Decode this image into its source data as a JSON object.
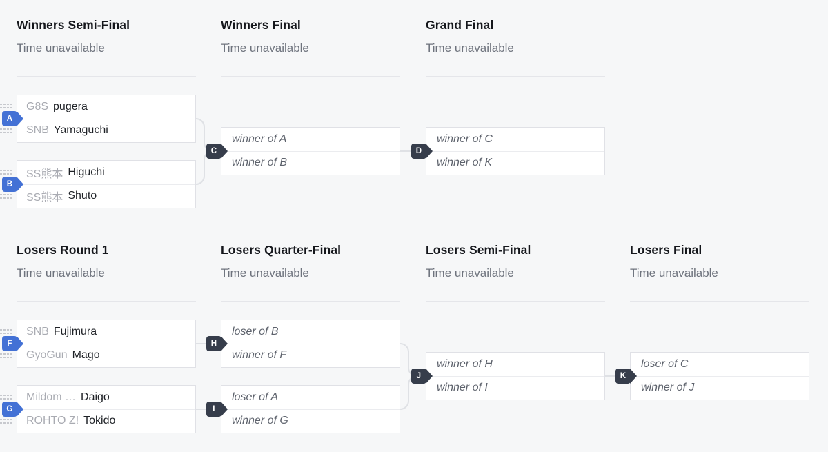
{
  "colors": {
    "background": "#f6f7f8",
    "box_bg": "#ffffff",
    "box_border": "#e0e1e6",
    "divider": "#e5e6ea",
    "row_divider": "#ebecef",
    "header_text": "#15171c",
    "subtitle_text": "#6e737d",
    "prefix_text": "#a9abb2",
    "name_text": "#1f2227",
    "placeholder_text": "#5d626c",
    "blue_badge": "#4371d5",
    "dark_badge": "#363d4b",
    "connector": "#dfe1e5",
    "grip": "#c7c9ce"
  },
  "icons": {
    "grip_handle": "dot-grid-drag-handle"
  },
  "rounds": [
    {
      "title": "Winners Semi-Final",
      "subtitle": "Time unavailable"
    },
    {
      "title": "Winners Final",
      "subtitle": "Time unavailable"
    },
    {
      "title": "Grand Final",
      "subtitle": "Time unavailable"
    },
    {
      "title": "Losers Round 1",
      "subtitle": "Time unavailable"
    },
    {
      "title": "Losers Quarter-Final",
      "subtitle": "Time unavailable"
    },
    {
      "title": "Losers Semi-Final",
      "subtitle": "Time unavailable"
    },
    {
      "title": "Losers Final",
      "subtitle": "Time unavailable"
    }
  ],
  "matches": [
    {
      "label": "A",
      "slots": [
        {
          "prefix": "G8S",
          "name": "pugera"
        },
        {
          "prefix": "SNB",
          "name": "Yamaguchi"
        }
      ]
    },
    {
      "label": "B",
      "slots": [
        {
          "prefix": "SS熊本",
          "name": "Higuchi"
        },
        {
          "prefix": "SS熊本",
          "name": "Shuto"
        }
      ]
    },
    {
      "label": "C",
      "slots": [
        {
          "placeholder": "winner of A"
        },
        {
          "placeholder": "winner of B"
        }
      ]
    },
    {
      "label": "D",
      "slots": [
        {
          "placeholder": "winner of C"
        },
        {
          "placeholder": "winner of K"
        }
      ]
    },
    {
      "label": "F",
      "slots": [
        {
          "prefix": "SNB",
          "name": "Fujimura"
        },
        {
          "prefix": "GyoGun",
          "name": "Mago"
        }
      ]
    },
    {
      "label": "G",
      "slots": [
        {
          "prefix": "Mildom …",
          "name": "Daigo"
        },
        {
          "prefix": "ROHTO Z!",
          "name": "Tokido"
        }
      ]
    },
    {
      "label": "H",
      "slots": [
        {
          "placeholder": "loser of B"
        },
        {
          "placeholder": "winner of F"
        }
      ]
    },
    {
      "label": "I",
      "slots": [
        {
          "placeholder": "loser of A"
        },
        {
          "placeholder": "winner of G"
        }
      ]
    },
    {
      "label": "J",
      "slots": [
        {
          "placeholder": "winner of H"
        },
        {
          "placeholder": "winner of I"
        }
      ]
    },
    {
      "label": "K",
      "slots": [
        {
          "placeholder": "loser of C"
        },
        {
          "placeholder": "winner of J"
        }
      ]
    }
  ]
}
